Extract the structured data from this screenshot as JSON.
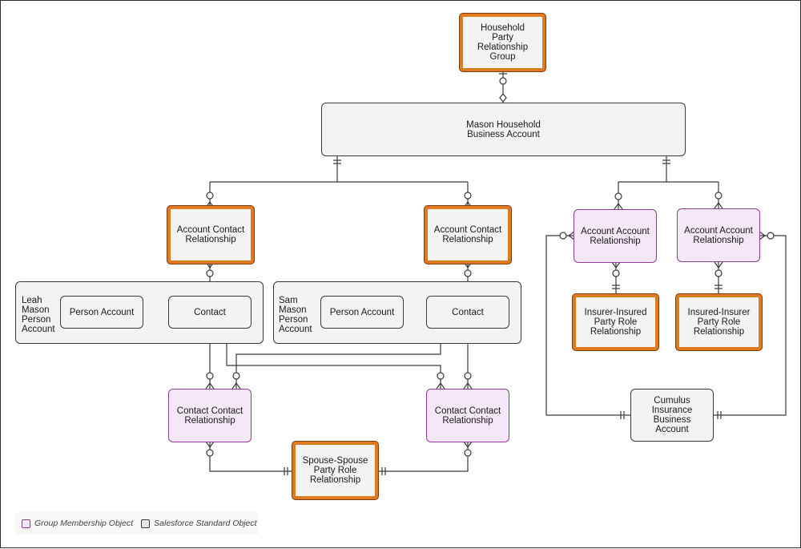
{
  "nodes": {
    "household_group": "Household\nParty\nRelationship\nGroup",
    "mason_household": "Mason Household\nBusiness Account",
    "acr_left": "Account Contact\nRelationship",
    "acr_right": "Account Contact\nRelationship",
    "aar_left": "Account Account\nRelationship",
    "aar_right": "Account Account\nRelationship",
    "leah_label": "Leah\nMason\nPerson\nAccount",
    "sam_label": "Sam\nMason\nPerson\nAccount",
    "leah_person_account": "Person Account",
    "leah_contact": "Contact",
    "sam_person_account": "Person Account",
    "sam_contact": "Contact",
    "ccr_left": "Contact Contact\nRelationship",
    "ccr_right": "Contact Contact\nRelationship",
    "spouse_role": "Spouse-Spouse\nParty Role\nRelationship",
    "insurer_insured": "Insurer-Insured\nParty Role\nRelationship",
    "insured_insurer": "Insured-Insurer\nParty Role\nRelationship",
    "cumulus": "Cumulus\nInsurance\nBusiness\nAccount"
  },
  "legend": {
    "group_membership": "Group Membership Object",
    "standard_object": "Salesforce Standard Object"
  },
  "colors": {
    "group_fill": "#f4e8f6",
    "group_border": "#8f3c97",
    "standard_fill": "#f3f3f3",
    "highlight": "#e07a1f",
    "line": "#3a3a3a"
  }
}
